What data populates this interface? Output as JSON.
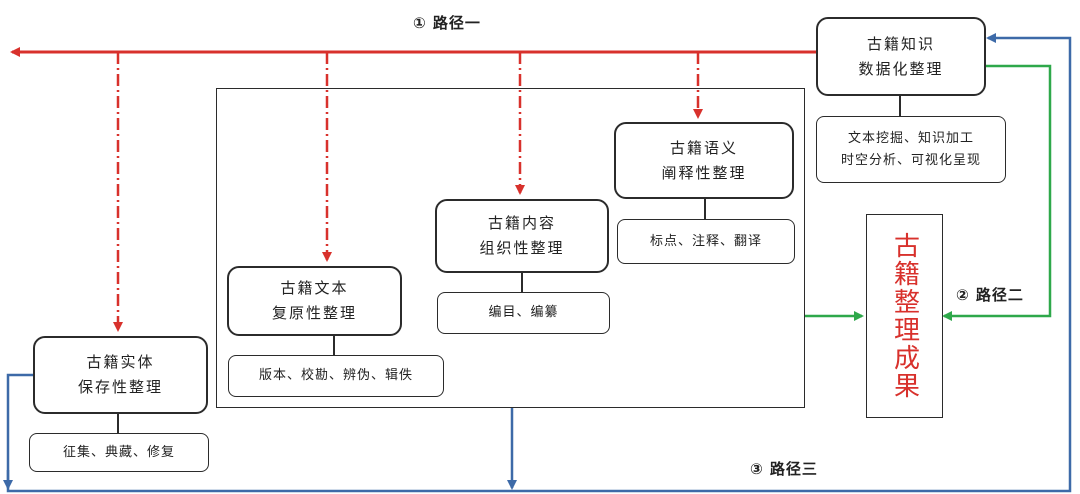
{
  "paths": {
    "path1": "① 路径一",
    "path2": "② 路径二",
    "path3": "③ 路径三"
  },
  "boxes": {
    "knowledge": {
      "line1": "古籍知识",
      "line2": "数据化整理"
    },
    "semantic": {
      "line1": "古籍语义",
      "line2": "阐释性整理"
    },
    "content": {
      "line1": "古籍内容",
      "line2": "组织性整理"
    },
    "text": {
      "line1": "古籍文本",
      "line2": "复原性整理"
    },
    "physical": {
      "line1": "古籍实体",
      "line2": "保存性整理"
    }
  },
  "subs": {
    "knowledge": {
      "line1": "文本挖掘、知识加工",
      "line2": "时空分析、可视化呈现"
    },
    "semantic": "标点、注释、翻译",
    "content": "编目、编纂",
    "text": "版本、校勘、辨伪、辑佚",
    "physical": "征集、典藏、修复"
  },
  "result": "古籍整理成果",
  "colors": {
    "path1": "#d8312c",
    "path2": "#2ea84a",
    "path3": "#3d6aa8",
    "box_border": "#2b2b2b",
    "result_text": "#d8312c"
  }
}
